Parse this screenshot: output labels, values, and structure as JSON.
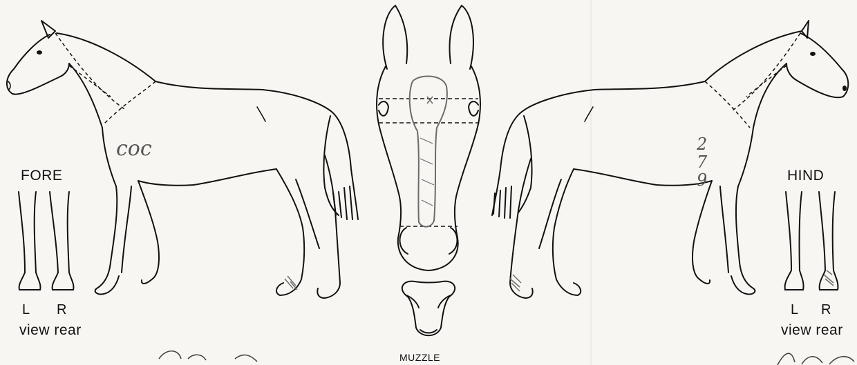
{
  "labels": {
    "fore": "FORE",
    "hind": "HIND",
    "left": "L",
    "right": "R",
    "view_rear": "view rear",
    "muzzle": "MUZZLE"
  },
  "handwriting": {
    "left_body": "coc",
    "right_body": "27 9"
  },
  "colors": {
    "ink": "#111111",
    "pencil": "#6b6b6b",
    "paper": "#f7f6f2"
  }
}
